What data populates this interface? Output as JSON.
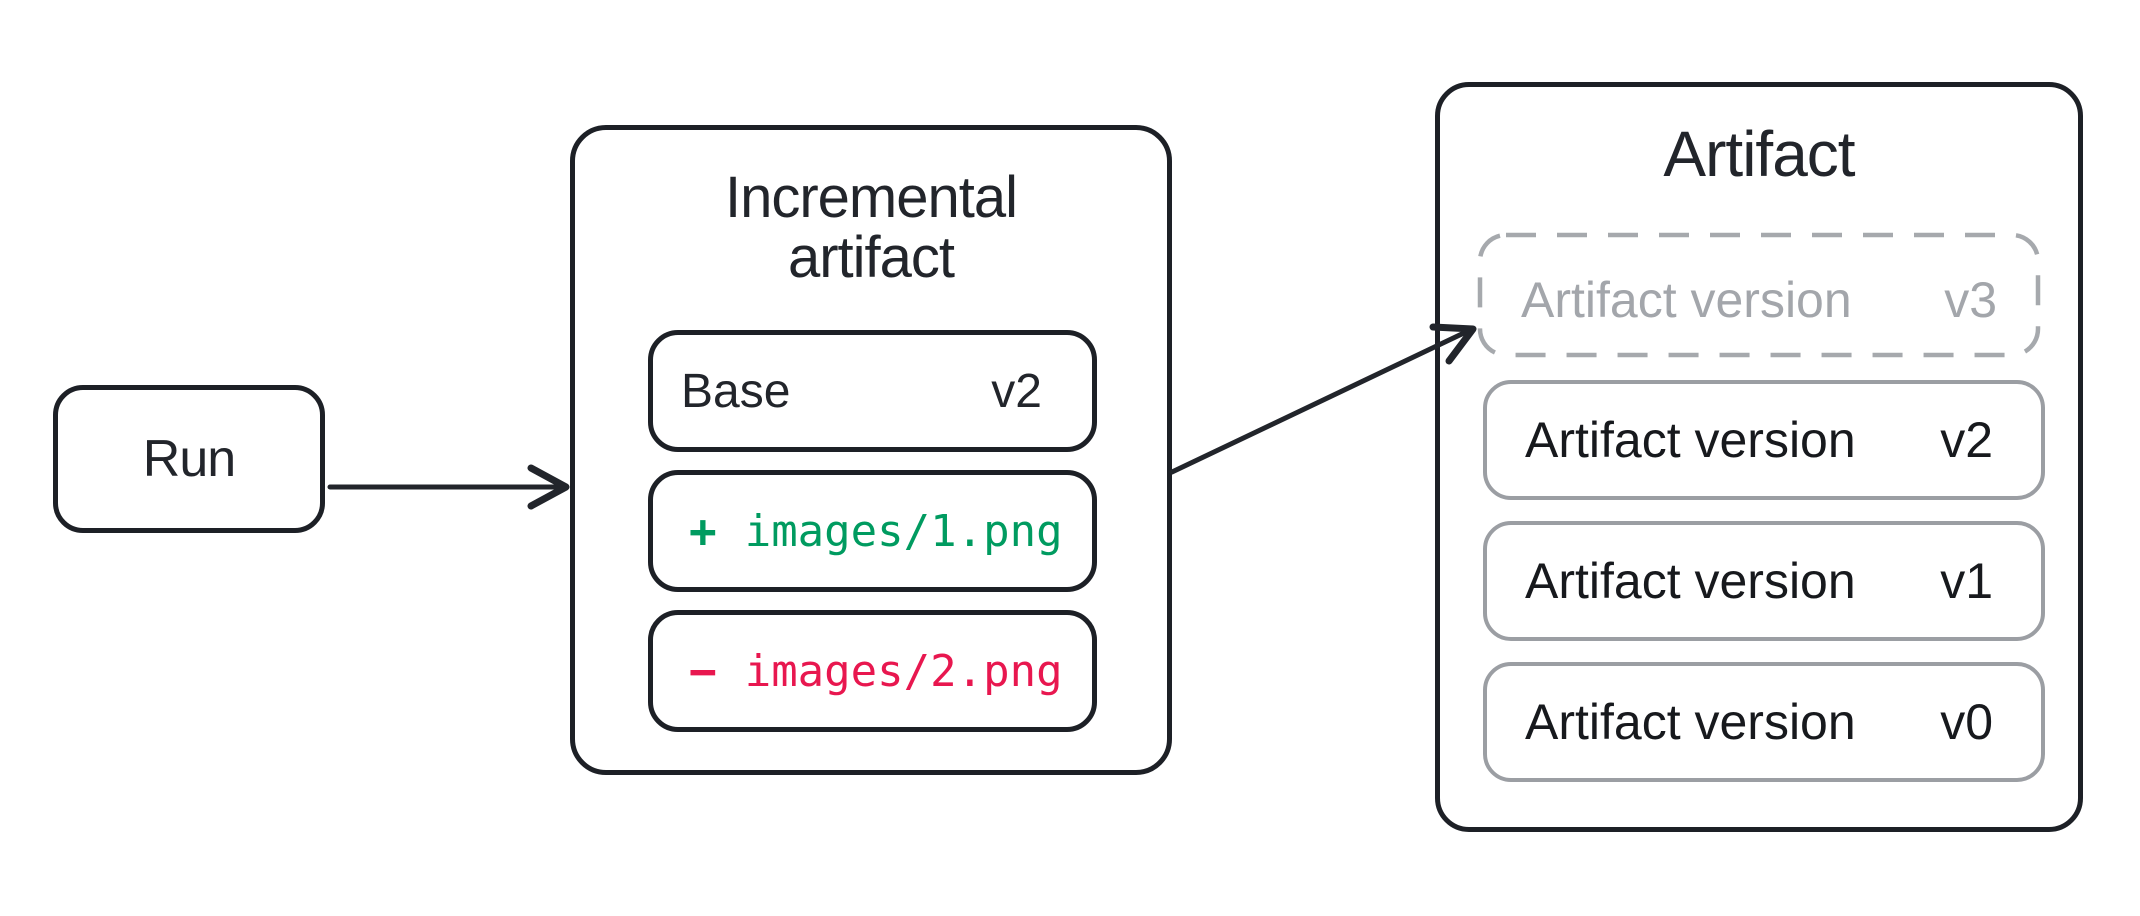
{
  "colors": {
    "ink": "#22252b",
    "border_dark": "#1d2026",
    "border_gray": "#9b9ea3",
    "dashed_gray": "#a6a9ad",
    "muted_text": "#a3a6ab",
    "added_green": "#009b60",
    "removed_red": "#e8174f",
    "background": "#ffffff"
  },
  "diagram": {
    "run": {
      "label": "Run"
    },
    "incremental": {
      "title": "Incremental\nartifact",
      "base": {
        "label": "Base",
        "version": "v2"
      },
      "added_file": {
        "symbol": "+",
        "path": "images/1.png"
      },
      "removed_file": {
        "symbol": "−",
        "path": "images/2.png"
      }
    },
    "artifact": {
      "title": "Artifact",
      "versions": [
        {
          "label": "Artifact version",
          "version": "v3",
          "style": "dashed"
        },
        {
          "label": "Artifact version",
          "version": "v2",
          "style": "solid"
        },
        {
          "label": "Artifact version",
          "version": "v1",
          "style": "solid"
        },
        {
          "label": "Artifact version",
          "version": "v0",
          "style": "solid"
        }
      ]
    }
  }
}
